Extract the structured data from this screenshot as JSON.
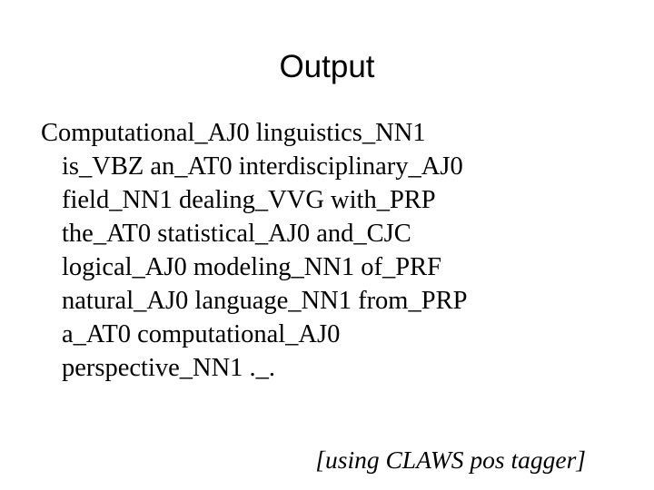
{
  "slide": {
    "title": "Output",
    "background_color": "#FFFFFF",
    "text_color": "#000000"
  },
  "body": {
    "full_text": "Computational_AJ0 linguistics_NN1 is_VBZ an_AT0 interdisciplinary_AJ0 field_NN1 dealing_VVG with_PRP the_AT0 statistical_AJ0 and_CJC logical_AJ0 modeling_NN1 of_PRF natural_AJ0 language_NN1 from_PRP a_AT0 computational_AJ0 perspective_NN1 ._.",
    "lines": [
      "Computational_AJ0 linguistics_NN1",
      "is_VBZ an_AT0 interdisciplinary_AJ0",
      "field_NN1 dealing_VVG with_PRP",
      "the_AT0 statistical_AJ0 and_CJC",
      "logical_AJ0 modeling_NN1 of_PRF",
      "natural_AJ0 language_NN1 from_PRP",
      "a_AT0 computational_AJ0",
      "perspective_NN1 ._."
    ]
  },
  "footer": {
    "note": "[using CLAWS pos tagger]"
  }
}
